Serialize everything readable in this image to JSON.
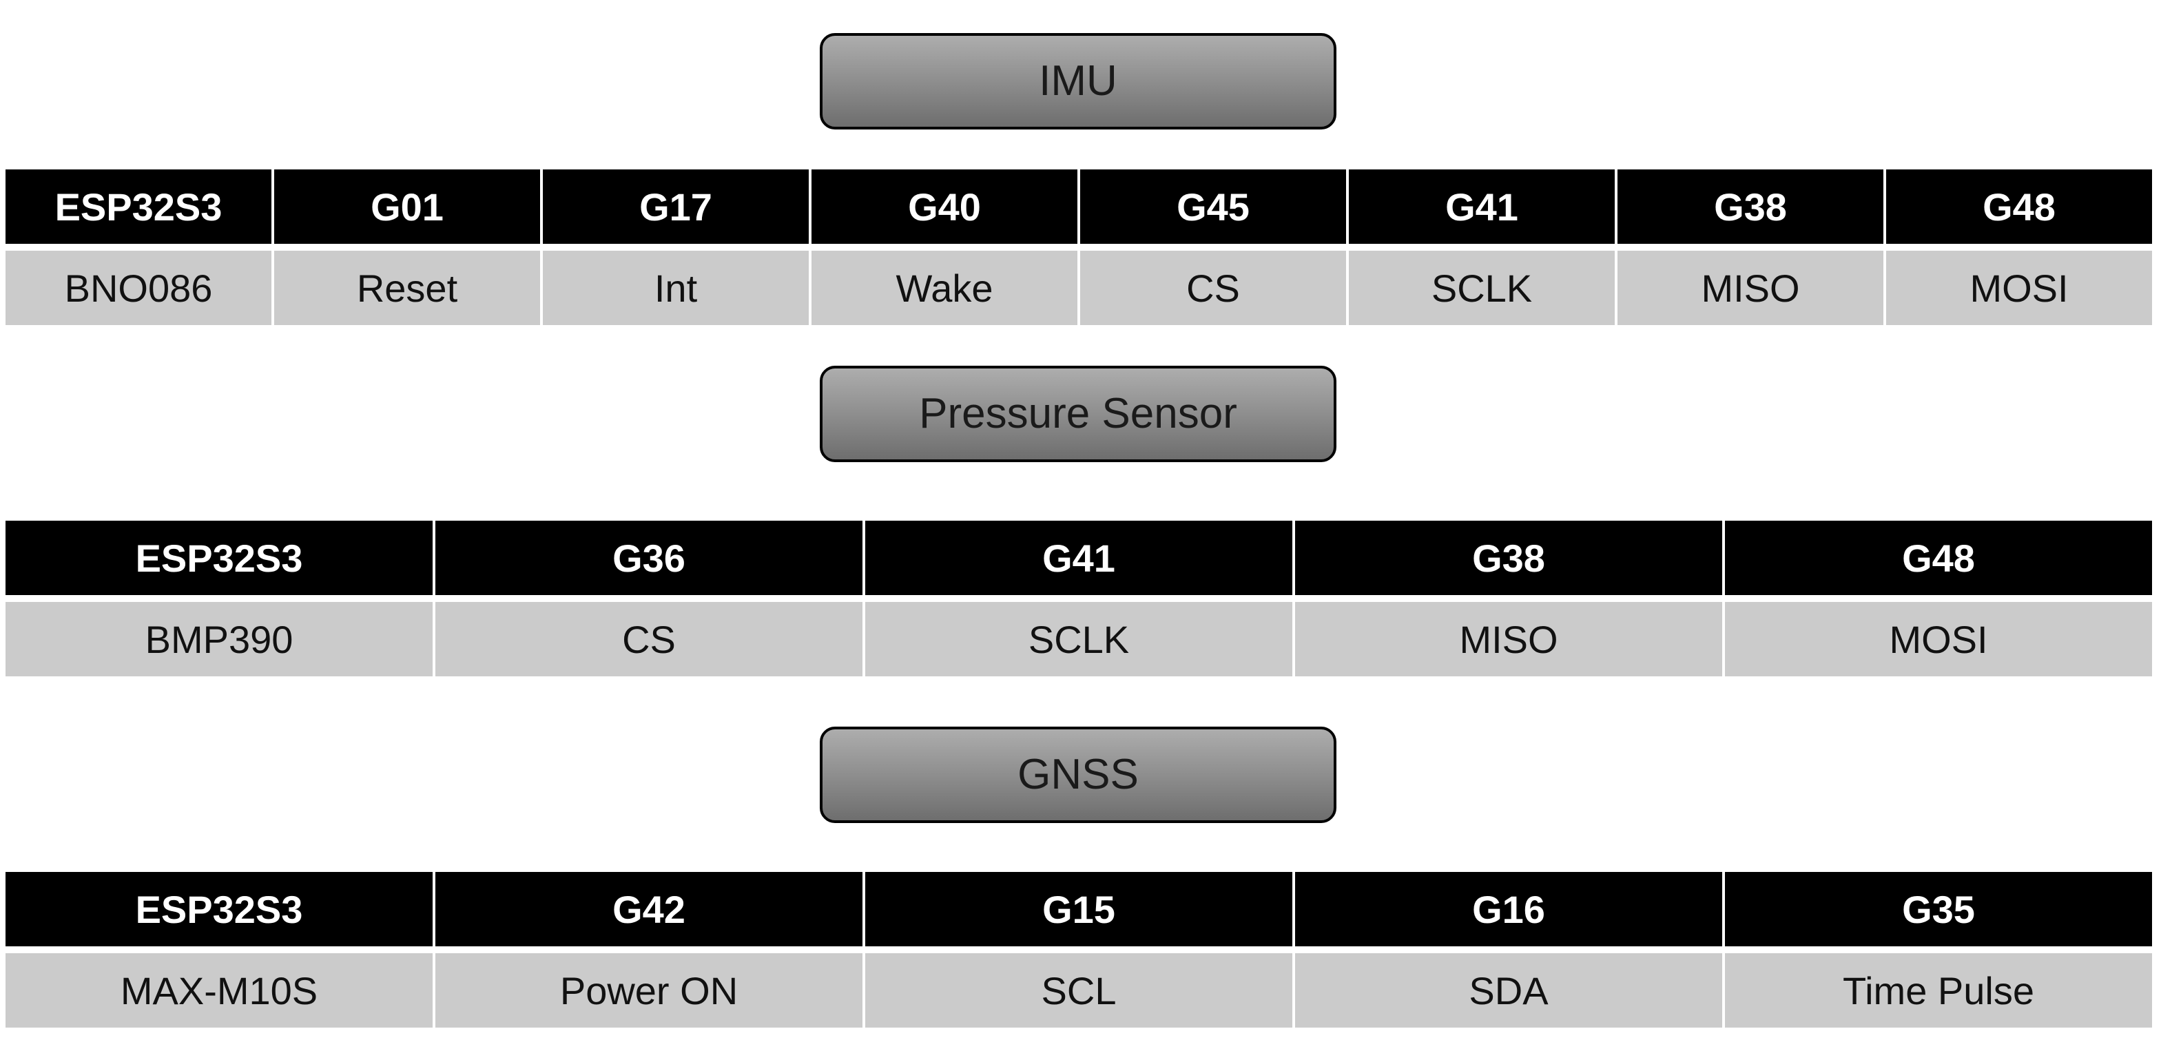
{
  "sections": [
    {
      "title": "IMU",
      "headers": [
        "ESP32S3",
        "G01",
        "G17",
        "G40",
        "G45",
        "G41",
        "G38",
        "G48"
      ],
      "row": [
        "BNO086",
        "Reset",
        "Int",
        "Wake",
        "CS",
        "SCLK",
        "MISO",
        "MOSI"
      ]
    },
    {
      "title": "Pressure Sensor",
      "headers": [
        "ESP32S3",
        "G36",
        "G41",
        "G38",
        "G48"
      ],
      "row": [
        "BMP390",
        "CS",
        "SCLK",
        "MISO",
        "MOSI"
      ]
    },
    {
      "title": "GNSS",
      "headers": [
        "ESP32S3",
        "G42",
        "G15",
        "G16",
        "G35"
      ],
      "row": [
        "MAX-M10S",
        "Power ON",
        "SCL",
        "SDA",
        "Time Pulse"
      ]
    }
  ]
}
